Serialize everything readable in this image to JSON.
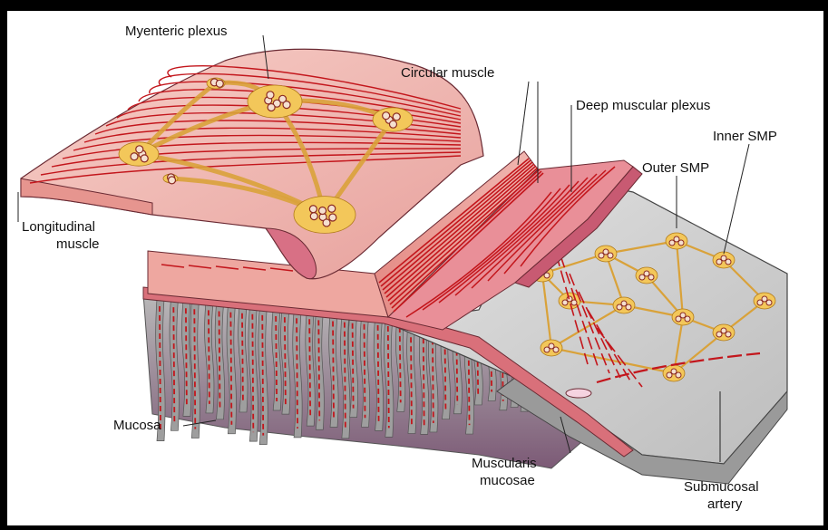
{
  "labels": {
    "myenteric_plexus": "Myenteric plexus",
    "circular_muscle": "Circular muscle",
    "deep_muscular_plexus": "Deep muscular plexus",
    "inner_smp": "Inner SMP",
    "outer_smp": "Outer SMP",
    "longitudinal_muscle_1": "Longitudinal",
    "longitudinal_muscle_2": "muscle",
    "mucosa": "Mucosa",
    "muscularis_mucosae_1": "Muscularis",
    "muscularis_mucosae_2": "mucosae",
    "submucosal_artery_1": "Submucosal",
    "submucosal_artery_2": "artery"
  },
  "colors": {
    "muscle_pink": "#f2b6b0",
    "muscle_dark": "#c9575a",
    "fiber_red": "#c3161c",
    "plexus_yellow": "#f3c75a",
    "submucosa_gray": "#cfcfcf",
    "mucosa_purple": "#8a4a73",
    "background": "#ffffff"
  }
}
